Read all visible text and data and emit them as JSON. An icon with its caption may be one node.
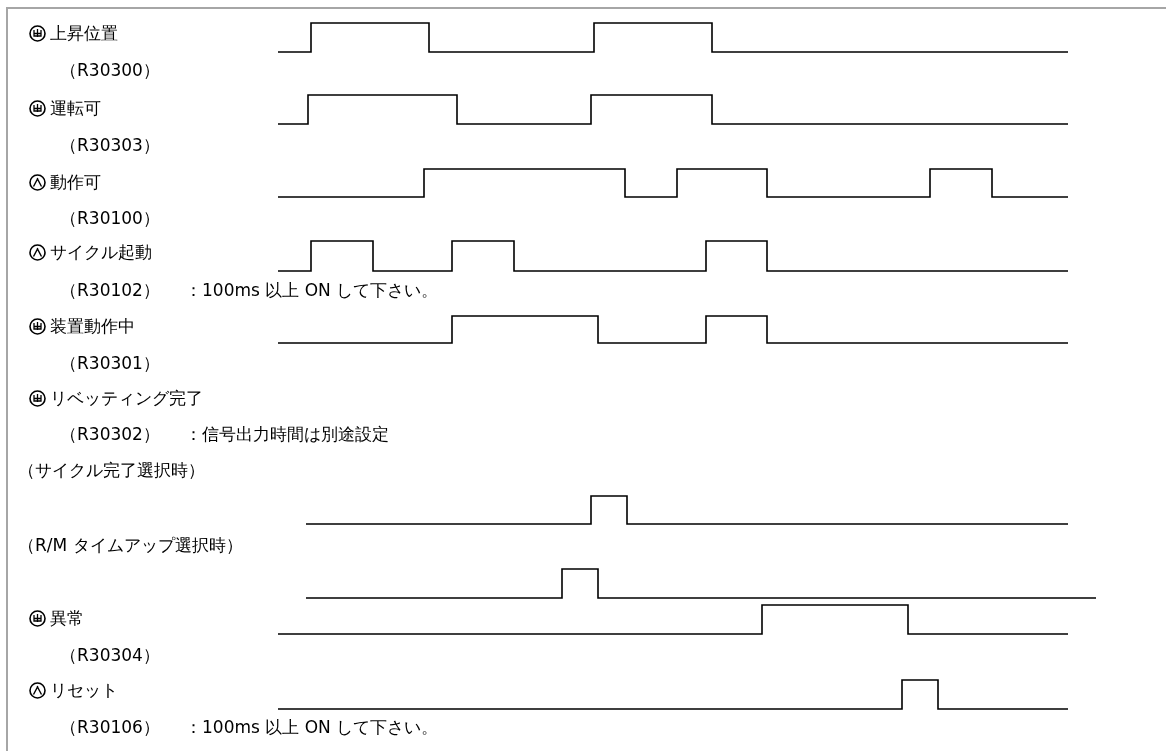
{
  "diagram": {
    "labels": [
      "上昇位置",
      "（R30300）",
      "運転可",
      "（R30303）",
      "動作可",
      "（R30100）",
      "サイクル起動",
      "（R30102）",
      "：100ms 以上 ON して下さい。",
      "装置動作中",
      "（R30301）",
      "リベッティング完了",
      "（R30302）",
      "：信号出力時間は別途設定",
      "（サイクル完了選択時）",
      "（R/M タイムアップ選択時）",
      "異常",
      "（R30304）",
      "リセット",
      "（R30106）",
      "：100ms 以上 ON して下さい。"
    ]
  }
}
